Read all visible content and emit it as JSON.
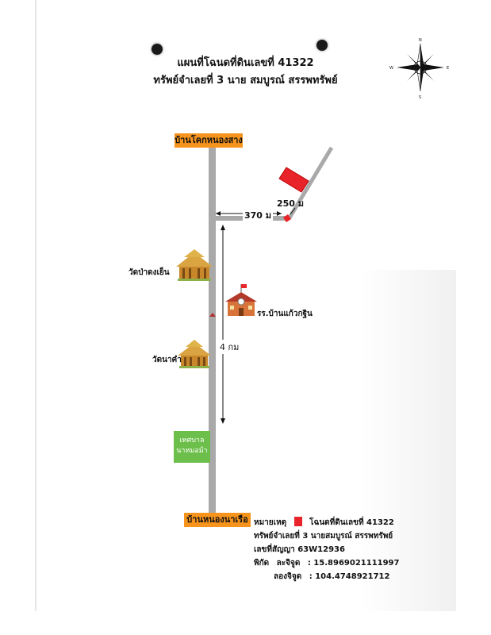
{
  "title": {
    "line1": "แผนที่โฉนดที่ดินเลขที่ 41322",
    "line2": "ทรัพย์จำเลยที่ 3 นาย สมบูรณ์ สรรพทรัพย์"
  },
  "compass": {
    "n": "N",
    "s": "S",
    "e": "E",
    "w": "W"
  },
  "places": {
    "north_village": "บ้านโคกหนองสาง",
    "south_village": "บ้านหนองนาเรือ",
    "temple1": "วัดป่าดงเย็น",
    "temple2": "วัดนาคำ",
    "school": "รร.บ้านแก้วกฐิน",
    "municipality_line1": "เทศบาล",
    "municipality_line2": "นาหมอม้า"
  },
  "distances": {
    "east_road": "370 ม",
    "to_plot": "250 ม",
    "main_road": "4 กม"
  },
  "legend": {
    "legend_label": "หมายเหตุ",
    "plot_label": "โฉนดที่ดินเลขที่ 41322",
    "owner": "ทรัพย์จำเลยที่ 3 นายสมบูรณ์ สรรพทรัพย์",
    "contract": "เลขที่สัญญา  63W12936",
    "coord_label": "พิกัด",
    "lat_label": "ละจิจูด",
    "lat_value": ":  15.8969021111997",
    "lon_label": "ลองจิจูด",
    "lon_value": ":  104.4748921712"
  },
  "colors": {
    "road": "#a9a9a9",
    "plot": "#e8232a",
    "orange_sign": "#f7941d",
    "green_sign": "#6dbf4b"
  }
}
